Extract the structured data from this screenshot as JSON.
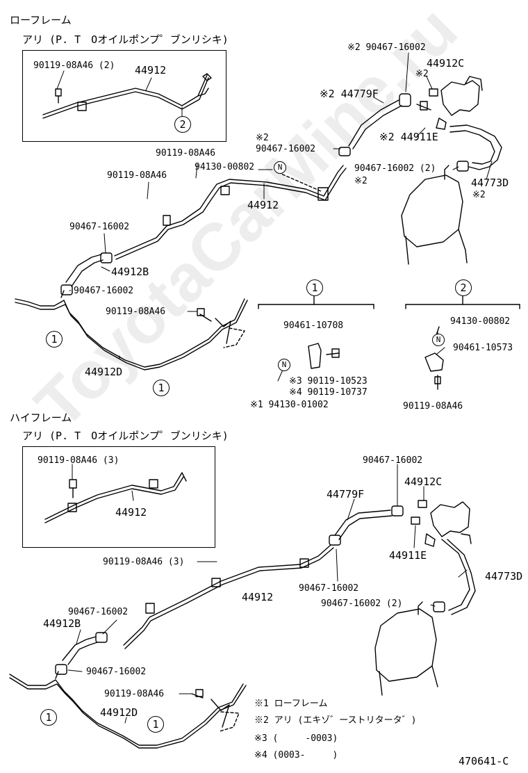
{
  "headings": {
    "low_frame": "ローフレーム",
    "low_frame_sub": "アリ (P. T　Oオイルポンプ゜ブンリシキ)",
    "high_frame": "ハイフレーム",
    "high_frame_sub": "アリ (P. T　Oオイルポンプ゜ブンリシキ)"
  },
  "circle_labels": {
    "one": "1",
    "two": "2",
    "n": "N"
  },
  "watermark": "ToyotaCarMine.ru",
  "top_parts": {
    "p_90119_08A46_2": "90119-08A46 (2)",
    "p_44912_box": "44912",
    "p_s2_90467_16002_top": "※2 90467-16002",
    "p_44912C": "44912C",
    "p_s2_small": "※2",
    "p_s2_44779F": "※2 44779F",
    "p_s2_44911E": "※2 44911E",
    "p_s2_left": "※2",
    "p_90467_16002_mid": "90467-16002",
    "p_90119_08A46_a": "90119-08A46",
    "p_94130_00802": "94130-00802",
    "p_90119_08A46_b": "90119-08A46",
    "p_90467_16002_2": "90467-16002 (2)",
    "p_s2_right": "※2",
    "p_44773D": "44773D",
    "p_s2_44773D": "※2",
    "p_44912": "44912",
    "p_90467_16002_left": "90467-16002",
    "p_44912B": "44912B",
    "p_90467_16002_low": "90467-16002",
    "p_90119_08A46_c": "90119-08A46",
    "p_44912D": "44912D"
  },
  "detail1": {
    "p_90461_10708": "90461-10708",
    "p_s3": "※3 90119-10523",
    "p_s4": "※4 90119-10737",
    "p_s1": "※1 94130-01002"
  },
  "detail2": {
    "p_94130_00802": "94130-00802",
    "p_90461_10573": "90461-10573",
    "p_90119_08A46": "90119-08A46"
  },
  "bottom_parts": {
    "p_90119_08A46_3": "90119-08A46 (3)",
    "p_44912_box": "44912",
    "p_90467_16002_top": "90467-16002",
    "p_44912C": "44912C",
    "p_44779F": "44779F",
    "p_44911E": "44911E",
    "p_90119_08A46_3b": "90119-08A46 (3)",
    "p_44773D": "44773D",
    "p_44912": "44912",
    "p_90467_16002_mid": "90467-16002",
    "p_90467_16002_left": "90467-16002",
    "p_90467_16002_2": "90467-16002 (2)",
    "p_44912B": "44912B",
    "p_90467_16002_low": "90467-16002",
    "p_90119_08A46": "90119-08A46",
    "p_44912D": "44912D"
  },
  "notes": {
    "n1": "※1 ローフレーム",
    "n2": "※2 アリ (エキゾ゛ーストリタータ゛)",
    "n3": "※3 (　　　-0003)",
    "n4": "※4 (0003-　　　)"
  },
  "diagram_id": "470641-C"
}
